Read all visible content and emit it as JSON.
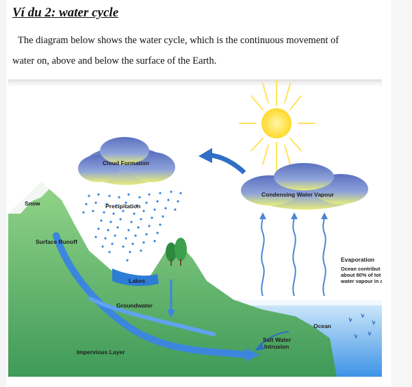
{
  "document": {
    "heading": "Ví du 2: water cycle",
    "paragraph_line1": "The diagram below shows the water cycle, which is the continuous movement of",
    "paragraph_line2": "water on, above and below the surface of the Earth."
  },
  "diagram": {
    "labels": {
      "cloud_formation": "Cloud Formation",
      "precipitation": "Precipitation",
      "snow": "Snow",
      "surface_runoff": "Surface Runoff",
      "lakes": "Lakes",
      "groundwater": "Groundwater",
      "impervious_layer": "Impervious Layer",
      "condensing": "Condensing Water Vapour",
      "evaporation": "Evaporation",
      "evap_note_1": "Ocean contribut",
      "evap_note_2": "about 80% of tot",
      "evap_note_3": "water vapour in a",
      "ocean": "Ocean",
      "salt_water_1": "Salt Water",
      "salt_water_2": "Intrusion"
    },
    "colors": {
      "sky": "#ffffff",
      "sun": "#ffe23a",
      "cloud": "#6f86c8",
      "arrow": "#2f6fc6",
      "land": "#7fc67a",
      "land_dark": "#3f9a58",
      "water": "#3a8ae0",
      "ocean": "#57a8ef"
    }
  }
}
